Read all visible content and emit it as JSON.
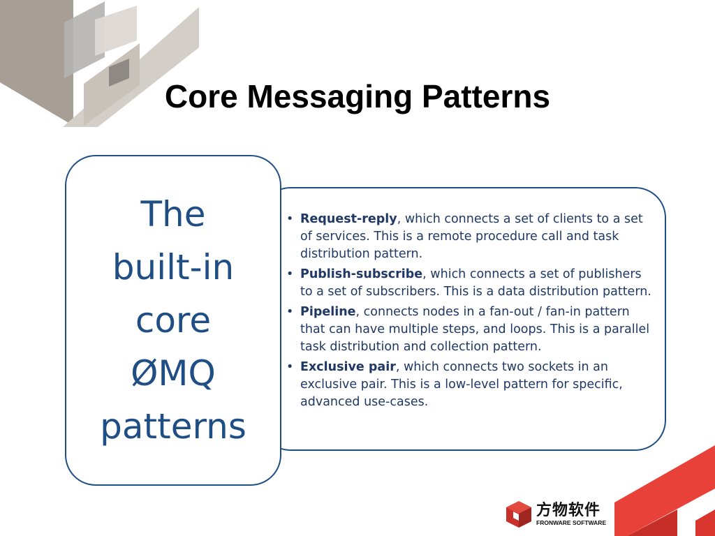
{
  "slide": {
    "title": "Core Messaging Patterns",
    "label_lines": [
      "The",
      "built-in",
      "core",
      "ØMQ",
      "patterns"
    ],
    "patterns": [
      {
        "name": "Request-reply",
        "text": ", which connects a set of clients to a set of services. This is a remote procedure call and task distribution pattern."
      },
      {
        "name": "Publish-subscribe",
        "text": ", which connects a set of publishers to a set of subscribers. This is a data distribution pattern."
      },
      {
        "name": "Pipeline",
        "text": ", connects nodes in a fan-out / fan-in pattern that can have multiple steps, and loops. This is a parallel task distribution and collection pattern."
      },
      {
        "name": "Exclusive pair",
        "text": ", which connects two sockets in an exclusive pair. This is a low-level pattern for specific, advanced use-cases."
      }
    ],
    "bullet_glyph": "•"
  },
  "logo": {
    "chinese_name": "方物软件",
    "english_name": "FRONWARE SOFTWARE"
  },
  "colors": {
    "accent_blue": "#1f4e85",
    "bullet_text": "#1f3864",
    "logo_red": "#c8302a",
    "corner_red": "#e8413a",
    "deco_gray": "#a79e96"
  },
  "icons": {
    "logo_mark": "red-cube-icon"
  }
}
